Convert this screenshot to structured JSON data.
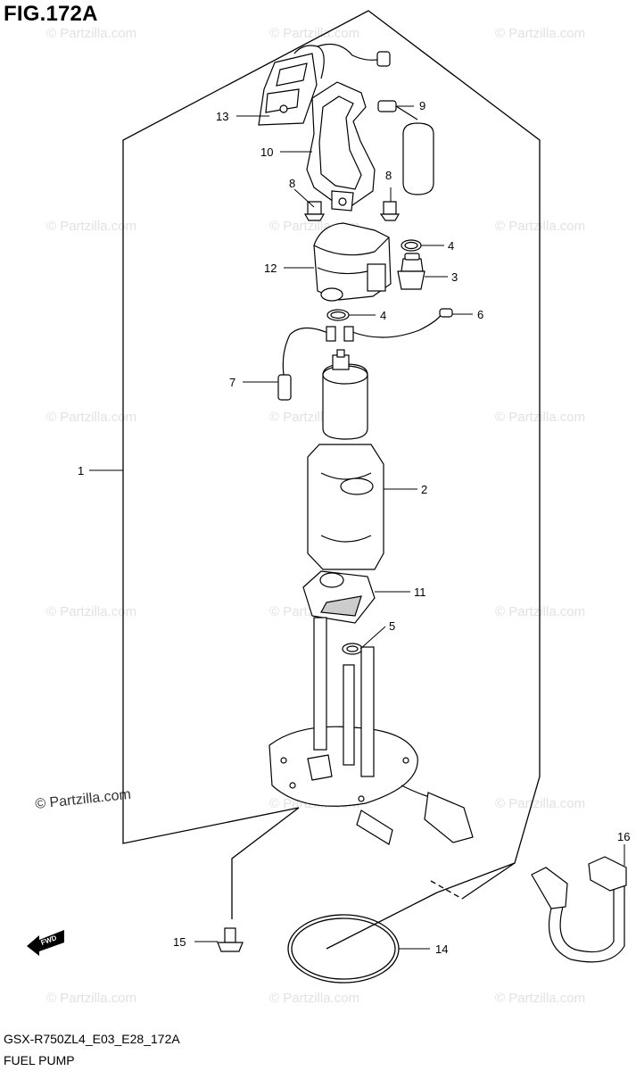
{
  "figure": {
    "title": "FIG.172A",
    "model_code": "GSX-R750ZL4_E03_E28_172A",
    "caption": "FUEL PUMP"
  },
  "watermark": {
    "text": "© Partzilla.com"
  },
  "direction_label": "FWD",
  "callouts": [
    {
      "id": "1",
      "label": "1"
    },
    {
      "id": "2",
      "label": "2"
    },
    {
      "id": "3",
      "label": "3"
    },
    {
      "id": "4a",
      "label": "4"
    },
    {
      "id": "4b",
      "label": "4"
    },
    {
      "id": "5",
      "label": "5"
    },
    {
      "id": "6",
      "label": "6"
    },
    {
      "id": "7",
      "label": "7"
    },
    {
      "id": "8a",
      "label": "8"
    },
    {
      "id": "8b",
      "label": "8"
    },
    {
      "id": "9",
      "label": "9"
    },
    {
      "id": "10",
      "label": "10"
    },
    {
      "id": "11",
      "label": "11"
    },
    {
      "id": "12",
      "label": "12"
    },
    {
      "id": "13",
      "label": "13"
    },
    {
      "id": "14",
      "label": "14"
    },
    {
      "id": "15",
      "label": "15"
    },
    {
      "id": "16",
      "label": "16"
    }
  ]
}
